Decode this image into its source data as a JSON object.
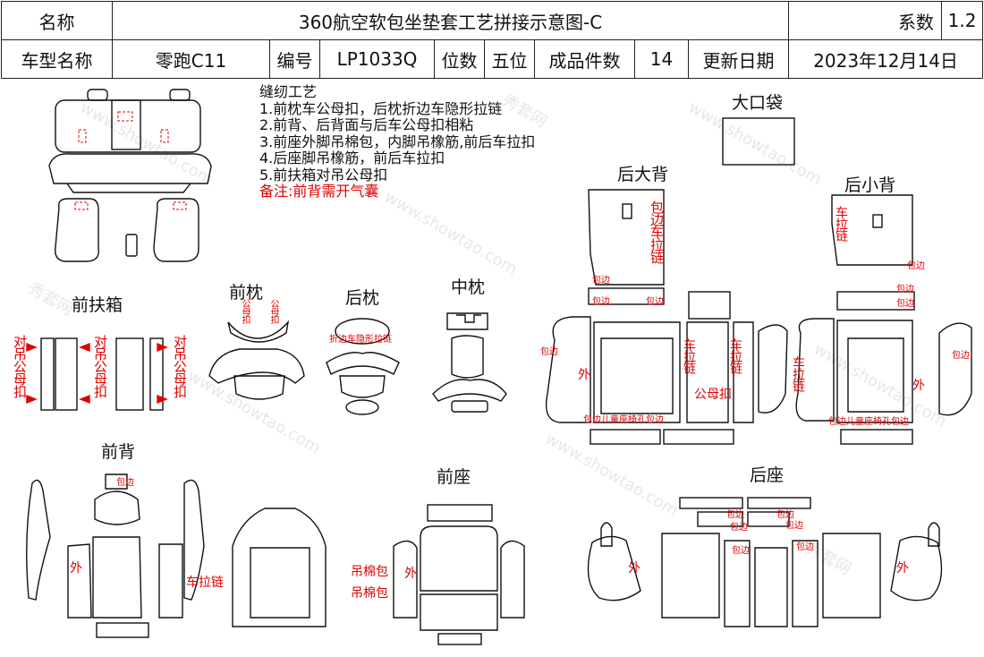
{
  "header": {
    "name_label": "名称",
    "title": "360航空软包坐垫套工艺拼接示意图-C",
    "coef_label": "系数",
    "coef_value": "1.2",
    "model_label": "车型名称",
    "model_value": "零跑C11",
    "code_label": "编号",
    "code_value": "LP1033Q",
    "seats_label": "位数",
    "seats_value": "五位",
    "pieces_label": "成品件数",
    "pieces_value": "14",
    "date_label": "更新日期",
    "date_value": "2023年12月14日"
  },
  "process": {
    "title": "缝纫工艺",
    "steps": [
      "1.前枕车公母扣，后枕折边车隐形拉链",
      "2.前背、后背面与后车公母扣相粘",
      "3.前座外脚吊棉包，内脚吊橡筋,前后车拉扣",
      "4.后座脚吊橡筋，前后车拉扣",
      "5.前扶箱对吊公母扣"
    ],
    "remark": "备注:前背需开气囊"
  },
  "sections": {
    "front_armrest": "前扶箱",
    "front_headrest": "前枕",
    "rear_headrest": "后枕",
    "middle_headrest": "中枕",
    "big_pocket": "大口袋",
    "rear_big_back": "后大背",
    "rear_small_back": "后小背",
    "front_back": "前背",
    "front_seat": "前座",
    "rear_seat": "后座"
  },
  "annotations": {
    "armrest_tag": "对吊公母扣",
    "headrest_tag": "公母扣",
    "rear_headrest_tag": "折边车隐形拉链",
    "edge": "包边",
    "edge_zipper": "包边车拉链",
    "zipper": "车拉链",
    "outer": "外",
    "snap": "公母扣",
    "child_seat_edge": "包边儿童座椅孔包边",
    "cotton": "吊棉包"
  },
  "watermark": {
    "cn": "秀套网",
    "url": "www.showtao.com"
  }
}
